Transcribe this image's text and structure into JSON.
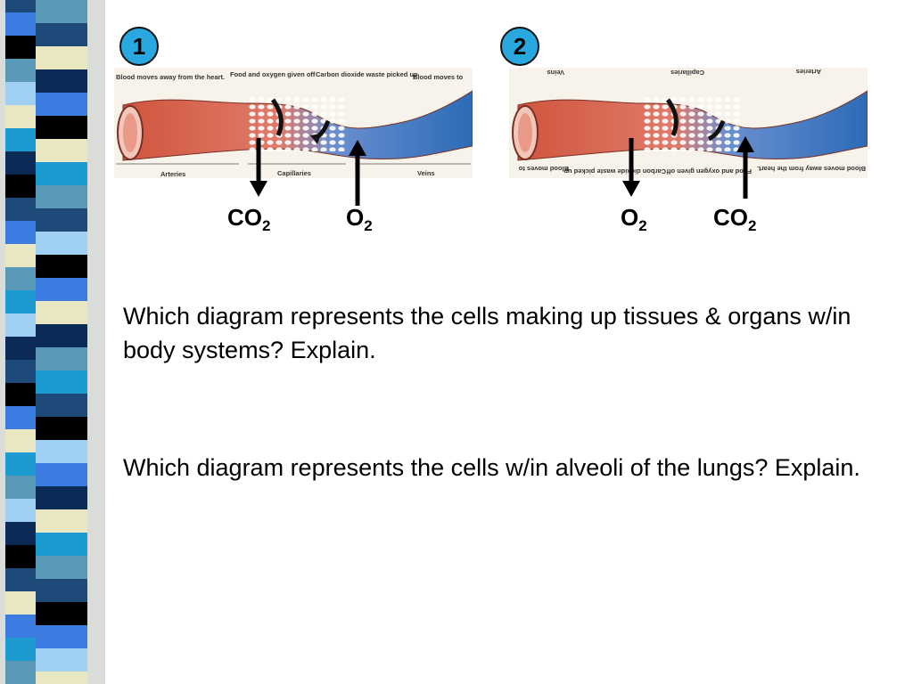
{
  "slide": {
    "badge_1": "1",
    "badge_2": "2",
    "diagram_1": {
      "top_labels": [
        "Blood moves away from the heart.",
        "Food and oxygen given off",
        "Carbon dioxide waste picked up",
        "Blood moves to"
      ],
      "bottom_labels": [
        "Arteries",
        "Capillaries",
        "Veins"
      ],
      "gas_down": {
        "base": "CO",
        "sub": "2"
      },
      "gas_up": {
        "base": "O",
        "sub": "2"
      }
    },
    "diagram_2": {
      "top_labels": [
        "Arteries",
        "Capillaries",
        "Veins"
      ],
      "bottom_labels": [
        "Blood moves away from the heart.",
        "Food and oxygen given off",
        "Carbon dioxide waste picked up",
        "Blood moves to"
      ],
      "gas_down": {
        "base": "O",
        "sub": "2"
      },
      "gas_up": {
        "base": "CO",
        "sub": "2"
      }
    },
    "question_1": "Which diagram represents the cells making up tissues & organs w/in body systems?  Explain.",
    "question_2": "Which diagram represents the cells w/in alveoli of the lungs?  Explain."
  },
  "colors": {
    "artery": "#c8503c",
    "vein": "#2f6fb8",
    "badge": "#29a8df",
    "stripes": [
      "#5a9ab8",
      "#1e4a7a",
      "#e9e7c2",
      "#000000",
      "#3b7de0",
      "#1d9bd0",
      "#0b2a55",
      "#9fd0f4"
    ]
  }
}
